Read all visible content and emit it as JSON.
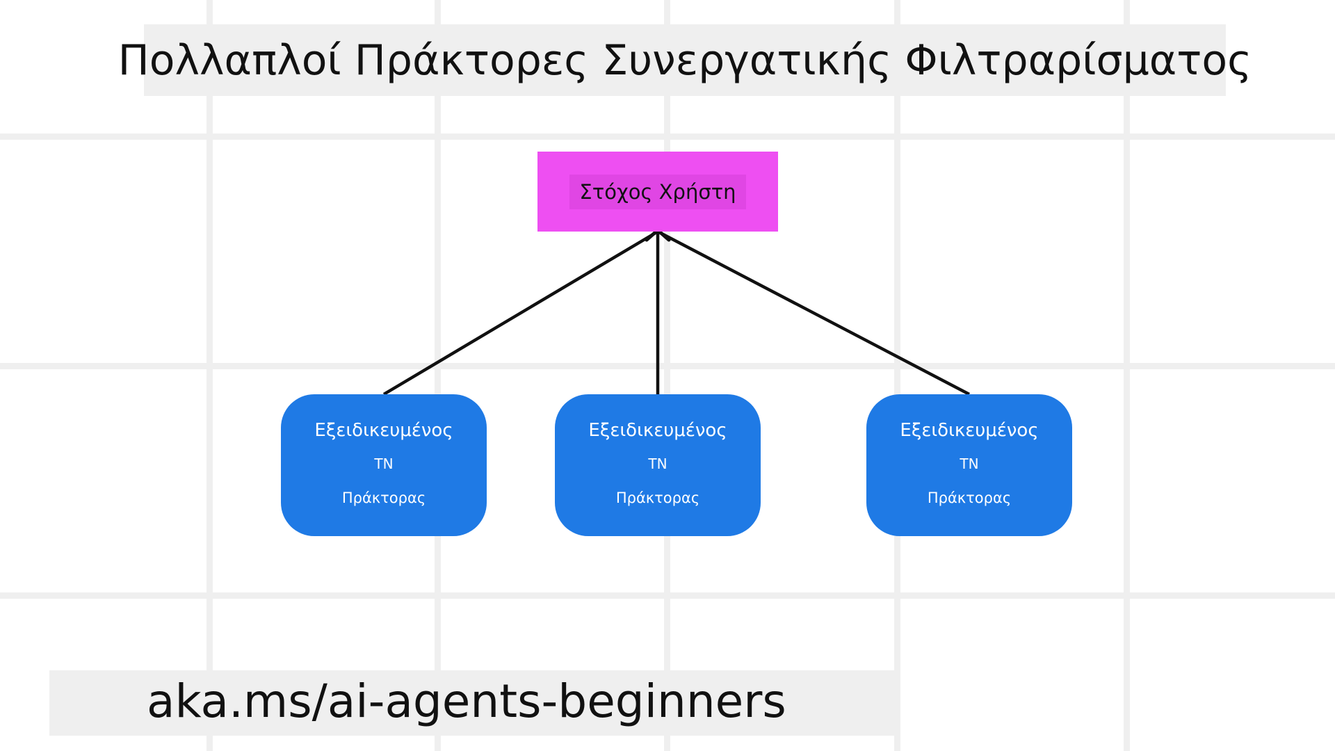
{
  "title": "Πολλαπλοί Πράκτορες Συνεργατικής Φιλτραρίσματος",
  "goal": {
    "label": "Στόχος Χρήστη",
    "color": "#ee4ff2"
  },
  "agents": [
    {
      "line1": "Εξειδικευμένος",
      "line2": "ΤΝ",
      "line3": "Πράκτορας"
    },
    {
      "line1": "Εξειδικευμένος",
      "line2": "ΤΝ",
      "line3": "Πράκτορας"
    },
    {
      "line1": "Εξειδικευμένος",
      "line2": "ΤΝ",
      "line3": "Πράκτορας"
    }
  ],
  "agent_color": "#1f7ae5",
  "footer": {
    "link": "aka.ms/ai-agents-beginners"
  }
}
